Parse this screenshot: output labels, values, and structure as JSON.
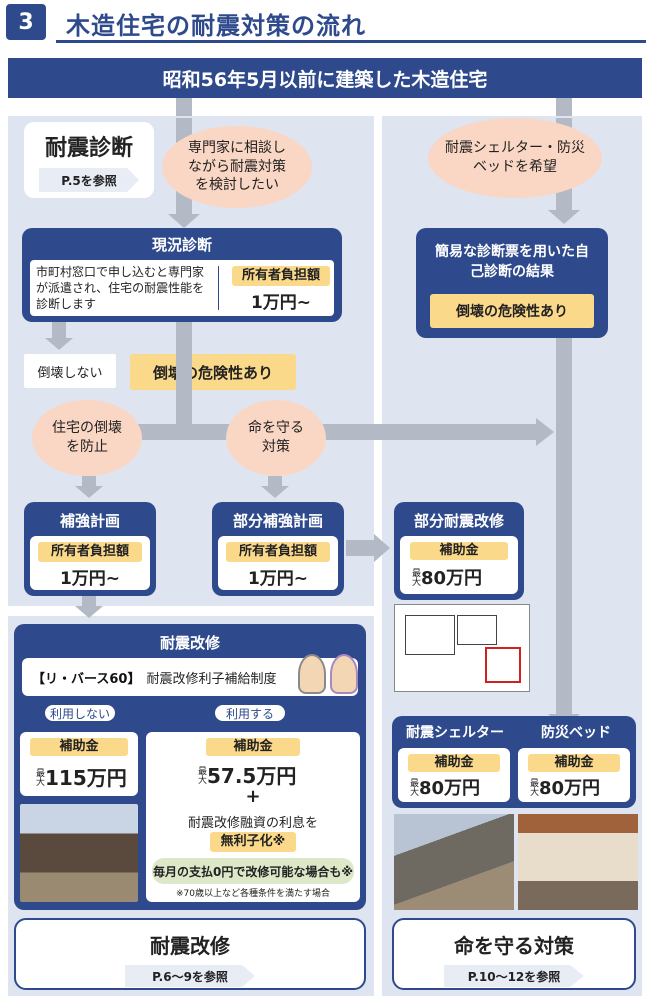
{
  "header": {
    "number": "3",
    "title": "木造住宅の耐震対策の流れ"
  },
  "top_banner": "昭和56年5月以前に建築した木造住宅",
  "left": {
    "diag_title": "耐震診断",
    "diag_ref": "P.5を参照",
    "bubble_consult": "専門家に相談しながら耐震対策を検討したい",
    "genkyo": {
      "title": "現況診断",
      "desc": "市町村窓口で申し込むと専門家が派遣され、住宅の耐震性能を診断します",
      "burden_label": "所有者負担額",
      "burden_amount": "1万円~"
    },
    "no_collapse": "倒壊しない",
    "collapse_risk": "倒壊の危険性あり",
    "bubble_prevent": "住宅の倒壊を防止",
    "bubble_life": "命を守る対策",
    "hokyo": {
      "title": "補強計画",
      "burden_label": "所有者負担額",
      "burden_amount": "1万円~"
    },
    "bubun": {
      "title": "部分補強計画",
      "burden_label": "所有者負担額",
      "burden_amount": "1万円~"
    }
  },
  "right": {
    "bubble_shelter": "耐震シェルター・防災ベッドを希望",
    "simple_diag": "簡易な診断票を用いた自己診断の結果",
    "collapse_risk": "倒壊の危険性あり",
    "partial": {
      "title": "部分耐震改修",
      "subsidy": "補助金",
      "max": "最大",
      "amount": "80万円"
    },
    "shelter": {
      "title": "耐震シェルター",
      "subsidy": "補助金",
      "max": "最大",
      "amount": "80万円"
    },
    "bed": {
      "title": "防災ベッド",
      "subsidy": "補助金",
      "max": "最大",
      "amount": "80万円"
    },
    "footer_title": "命を守る対策",
    "footer_ref": "P.10〜12を参照"
  },
  "kaishu": {
    "title": "耐震改修",
    "reverse_logo": "【リ・バース60】",
    "reverse_desc": "耐震改修利子補給制度",
    "no_use": "利用しない",
    "use": "利用する",
    "left_subsidy": "補助金",
    "left_max": "最大",
    "left_amount": "115万円",
    "right_subsidy": "補助金",
    "right_max": "最大",
    "right_amount": "57.5万円",
    "plus": "+",
    "interest_text": "耐震改修融資の利息を",
    "interest_free": "無利子化※",
    "monthly": "毎月の支払0円で改修可能な場合も※",
    "note": "※70歳以上など各種条件を満たす場合",
    "footer_title": "耐震改修",
    "footer_ref": "P.6〜9を参照"
  }
}
